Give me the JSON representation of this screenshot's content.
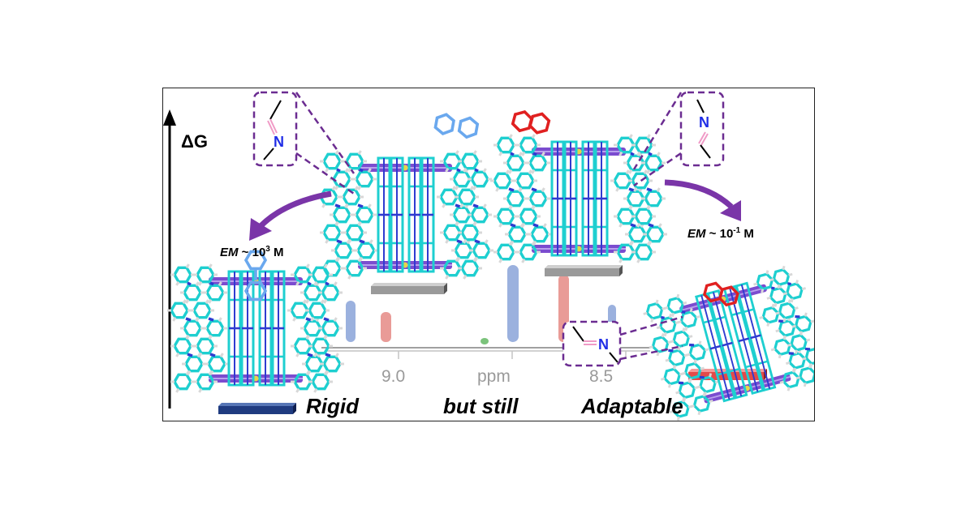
{
  "energy_axis": {
    "label": "ΔG"
  },
  "em_labels": {
    "left": {
      "em": "EM",
      "sep": " ~ ",
      "base": "10",
      "exp": "3",
      "unit": " M"
    },
    "right": {
      "em": "EM",
      "sep": " ~ ",
      "base": "10",
      "exp": "-1",
      "unit": " M"
    }
  },
  "spectrum": {
    "tick_labels": [
      "9.0",
      "ppm",
      "8.5"
    ],
    "peak_colors": {
      "blue": "#8aa3d8",
      "red": "#e58a85",
      "green": "#7bc37b",
      "baseline": "#a0a0a0"
    }
  },
  "imine_insets": {
    "atom_label": "N",
    "atom_color": "#1f2de6",
    "double_bond_color": "#f09ac6",
    "frame_color": "#6b2c91"
  },
  "guests": {
    "bipyridine_color": "#6aa8ee",
    "quinoline_color": "#e02020"
  },
  "slogan": [
    "Rigid",
    "but still",
    "Adaptable"
  ],
  "colors": {
    "cage_carbon": "#20d6d6",
    "cage_nitrogen": "#2f3bd0",
    "porphyrin": "#7b4ccf",
    "arrow": "#7a35a8",
    "bar_gray": "#9a9a9a",
    "bar_navy": "#1f3b80",
    "bar_red": "#e34a4a"
  }
}
